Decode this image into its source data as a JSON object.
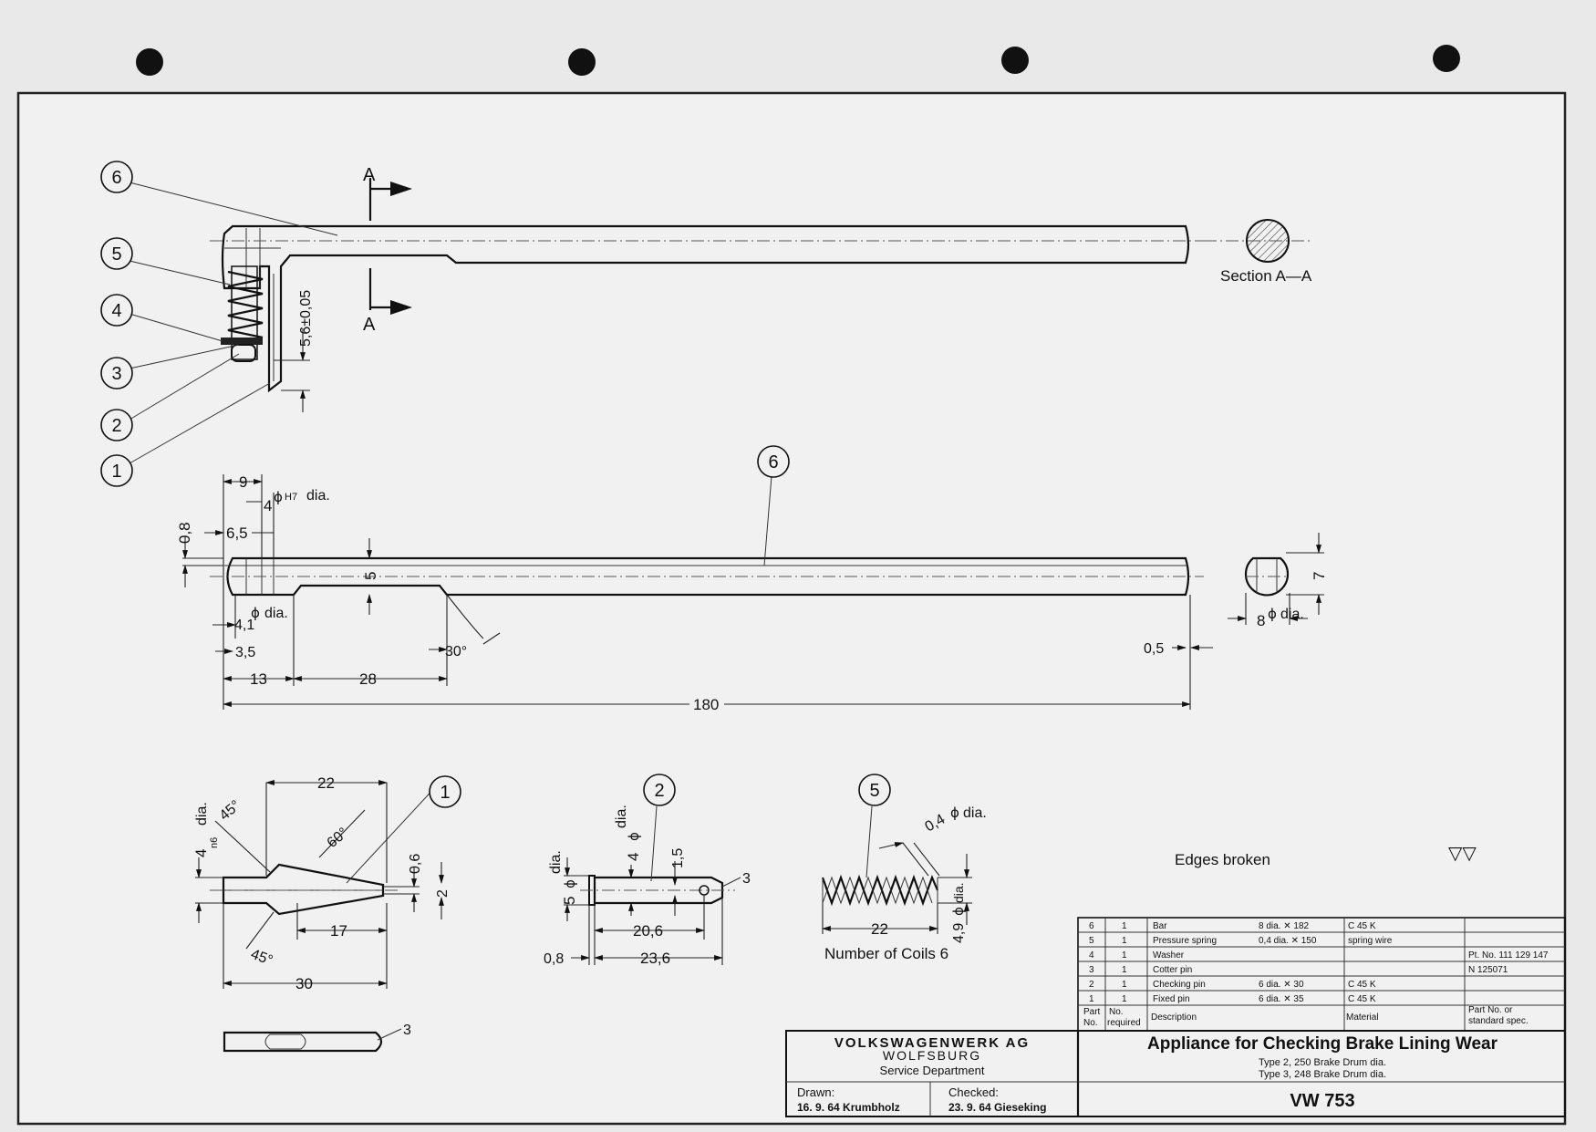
{
  "drawing": {
    "section_marker": "A",
    "section_label": "Section A—A",
    "balloons": [
      "1",
      "2",
      "3",
      "4",
      "5",
      "6"
    ],
    "dims_bar": {
      "d9": "9",
      "d4h7": "4",
      "h7": "H7",
      "dia1": "dia.",
      "d08": "0,8",
      "d65": "6,5",
      "d5": "5",
      "d41": "4,1",
      "dia2": "dia.",
      "d35": "3,5",
      "d30deg": "30°",
      "d13": "13",
      "d28": "28",
      "d180": "180",
      "d05": "0,5",
      "d7": "7",
      "d8": "8",
      "dia3": "dia."
    },
    "dim_56": "5,6±0,05",
    "part1": {
      "d22": "22",
      "d4": "4",
      "n6": "n6",
      "dia": "dia.",
      "a45a": "45°",
      "a60": "60°",
      "d06": "0,6",
      "d2": "2",
      "d17": "17",
      "a45b": "45°",
      "d30": "30",
      "leader3": "3"
    },
    "part2": {
      "d4": "4",
      "dia_a": "dia.",
      "d5": "5",
      "dia_b": "dia.",
      "d15": "1,5",
      "leader3": "3",
      "d206": "20,6",
      "d08": "0,8",
      "d236": "23,6"
    },
    "part5": {
      "d04": "0,4",
      "dia_a": "dia.",
      "d49": "4,9",
      "dia_b": "dia.",
      "d22": "22",
      "coils": "Number of Coils 6"
    },
    "edges_note": "Edges broken",
    "surface_symbol": "▽▽"
  },
  "parts_list": {
    "rows": [
      {
        "part": "6",
        "qty": "1",
        "desc": "Bar",
        "size": "8 dia. ✕ 182",
        "mat": "C 45 K",
        "spec": ""
      },
      {
        "part": "5",
        "qty": "1",
        "desc": "Pressure spring",
        "size": "0,4 dia. ✕ 150",
        "mat": "spring wire",
        "spec": ""
      },
      {
        "part": "4",
        "qty": "1",
        "desc": "Washer",
        "size": "",
        "mat": "",
        "spec": "Pt. No. 111 129 147"
      },
      {
        "part": "3",
        "qty": "1",
        "desc": "Cotter pin",
        "size": "",
        "mat": "",
        "spec": "N 125071"
      },
      {
        "part": "2",
        "qty": "1",
        "desc": "Checking pin",
        "size": "6 dia. ✕ 30",
        "mat": "C 45 K",
        "spec": ""
      },
      {
        "part": "1",
        "qty": "1",
        "desc": "Fixed pin",
        "size": "6 dia. ✕ 35",
        "mat": "C 45 K",
        "spec": ""
      }
    ],
    "headers": {
      "part_a": "Part",
      "part_b": "No.",
      "qty_a": "No.",
      "qty_b": "required",
      "desc": "Description",
      "mat": "Material",
      "spec_a": "Part No. or",
      "spec_b": "standard spec."
    }
  },
  "title_block": {
    "company": "VOLKSWAGENWERK AG",
    "city": "WOLFSBURG",
    "department": "Service Department",
    "drawn_label": "Drawn:",
    "drawn_value": "16. 9. 64  Krumbholz",
    "checked_label": "Checked:",
    "checked_value": "23. 9. 64  Gieseking",
    "title": "Appliance for Checking Brake Lining Wear",
    "sub1": "Type 2, 250 Brake Drum dia.",
    "sub2": "Type 3, 248 Brake Drum dia.",
    "number": "VW 753"
  }
}
